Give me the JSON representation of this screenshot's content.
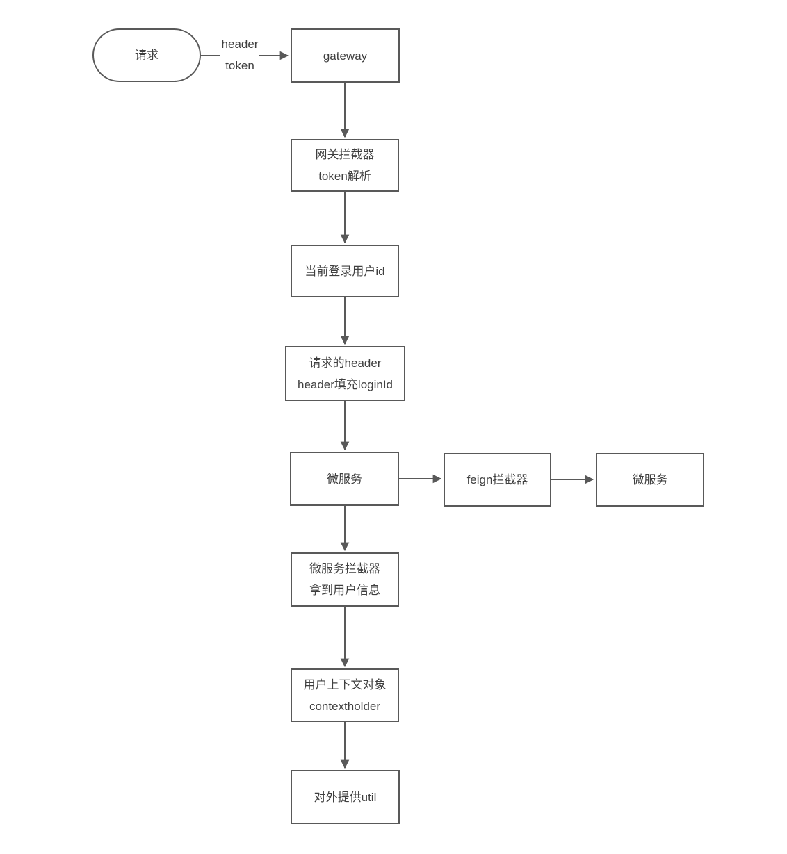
{
  "diagram": {
    "type": "flowchart",
    "colors": {
      "stroke": "#595959",
      "text": "#3f3f3f",
      "node_fill": "#ffffff",
      "background": "#ffffff"
    },
    "nodes": {
      "request": {
        "shape": "stadium",
        "label": "请求"
      },
      "gateway": {
        "shape": "rect",
        "label": "gateway"
      },
      "gateway_interceptor": {
        "shape": "rect",
        "lines": [
          "网关拦截器",
          "token解析"
        ]
      },
      "login_user_id": {
        "shape": "rect",
        "label": "当前登录用户id"
      },
      "header_fill": {
        "shape": "rect",
        "lines": [
          "请求的header",
          "header填充loginId"
        ]
      },
      "microservice_1": {
        "shape": "rect",
        "label": "微服务"
      },
      "feign_interceptor": {
        "shape": "rect",
        "label": "feign拦截器"
      },
      "microservice_2": {
        "shape": "rect",
        "label": "微服务"
      },
      "microservice_interceptor": {
        "shape": "rect",
        "lines": [
          "微服务拦截器",
          "拿到用户信息"
        ]
      },
      "context_holder": {
        "shape": "rect",
        "lines": [
          "用户上下文对象",
          "contextholder"
        ]
      },
      "provide_util": {
        "shape": "rect",
        "label": "对外提供util"
      }
    },
    "edge_labels": {
      "request_gateway": {
        "lines": [
          "header",
          "token"
        ]
      }
    },
    "edges": [
      "请求 → gateway (header token)",
      "gateway → 网关拦截器 token解析",
      "网关拦截器 token解析 → 当前登录用户id",
      "当前登录用户id → 请求的header header填充loginId",
      "请求的header header填充loginId → 微服务",
      "微服务 → feign拦截器",
      "feign拦截器 → 微服务",
      "微服务 → 微服务拦截器 拿到用户信息",
      "微服务拦截器 拿到用户信息 → 用户上下文对象 contextholder",
      "用户上下文对象 contextholder → 对外提供util"
    ]
  }
}
